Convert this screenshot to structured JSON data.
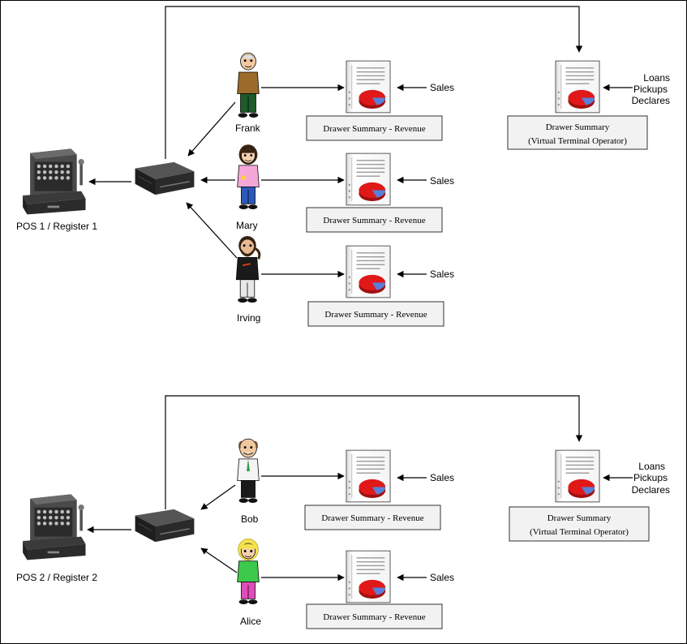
{
  "colors": {
    "box_fill": "#f2f2f2",
    "pie_red": "#e01818",
    "pie_blue": "#5a7fd8",
    "register_body": "#3a3a3a",
    "drawer_body": "#1e1e1e"
  },
  "groups": [
    {
      "register_label": "POS 1 / Register 1",
      "people": [
        {
          "name": "Frank",
          "icon": "bald-man-icon",
          "summary_label": "Drawer Summary - Revenue",
          "input_label": "Sales"
        },
        {
          "name": "Mary",
          "icon": "dark-haired-woman-icon",
          "summary_label": "Drawer Summary - Revenue",
          "input_label": "Sales"
        },
        {
          "name": "Irving",
          "icon": "bearded-man-icon",
          "summary_label": "Drawer Summary - Revenue",
          "input_label": "Sales"
        }
      ],
      "vto": {
        "line1": "Drawer Summary",
        "line2": "(Virtual Terminal Operator)",
        "inputs": [
          "Loans",
          "Pickups",
          "Declares"
        ]
      }
    },
    {
      "register_label": "POS 2 / Register 2",
      "people": [
        {
          "name": "Bob",
          "icon": "balding-man-icon",
          "summary_label": "Drawer Summary - Revenue",
          "input_label": "Sales"
        },
        {
          "name": "Alice",
          "icon": "blonde-woman-icon",
          "summary_label": "Drawer Summary - Revenue",
          "input_label": "Sales"
        }
      ],
      "vto": {
        "line1": "Drawer Summary",
        "line2": "(Virtual Terminal Operator)",
        "inputs": [
          "Loans",
          "Pickups",
          "Declares"
        ]
      }
    }
  ]
}
